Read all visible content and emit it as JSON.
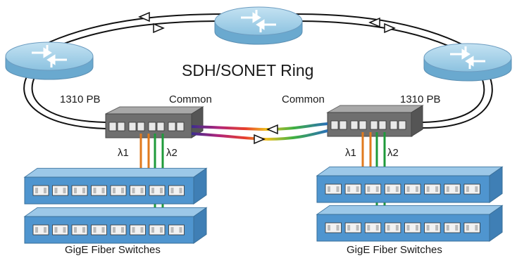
{
  "ring": {
    "label": "SDH/SONET Ring"
  },
  "left_mux": {
    "port_label": "1310 PB",
    "common_label": "Common"
  },
  "right_mux": {
    "port_label": "1310 PB",
    "common_label": "Common"
  },
  "wavelengths": {
    "left_l1": "λ1",
    "left_l2": "λ2",
    "right_l1": "λ1",
    "right_l2": "λ2"
  },
  "switches": {
    "left_label": "GigE Fiber Switches",
    "right_label": "GigE Fiber Switches"
  },
  "colors": {
    "router_top": "#a9d3ea",
    "router_side": "#6aa9cf",
    "mux_top": "#9a9a9a",
    "mux_front": "#6e6e6e",
    "switch_top": "#9cc8e8",
    "switch_front": "#4f95cf",
    "lambda1": "#e07a1e",
    "lambda2": "#1e9a3a",
    "fiber": "#111111"
  }
}
